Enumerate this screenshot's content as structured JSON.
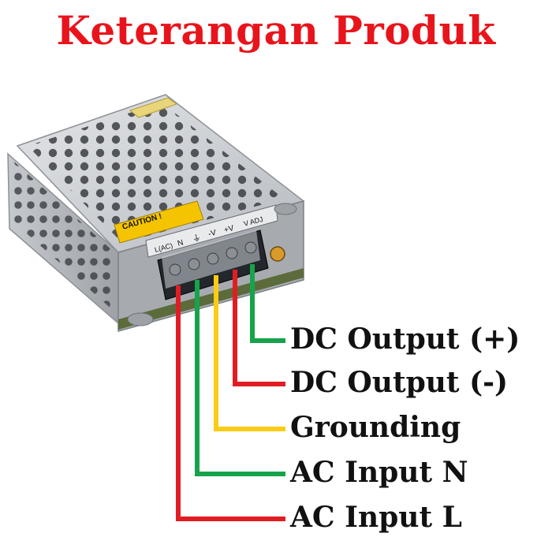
{
  "title": "Keterangan Produk",
  "product": {
    "caution_label": "CAUTION !",
    "terminal_labels": [
      "L(AC)",
      "N",
      "⏚",
      "-V",
      "+V",
      "V ADJ"
    ]
  },
  "terminals": [
    {
      "label": "DC Output (+)",
      "color": "#16a34a"
    },
    {
      "label": "DC Output (-)",
      "color": "#e11d24"
    },
    {
      "label": "Grounding",
      "color": "#facc15"
    },
    {
      "label": "AC Input N",
      "color": "#16a34a"
    },
    {
      "label": "AC Input L",
      "color": "#e11d24"
    }
  ],
  "colors": {
    "title": "#e8141c",
    "casing": "#c9ccd0",
    "caution": "#f5c400"
  }
}
